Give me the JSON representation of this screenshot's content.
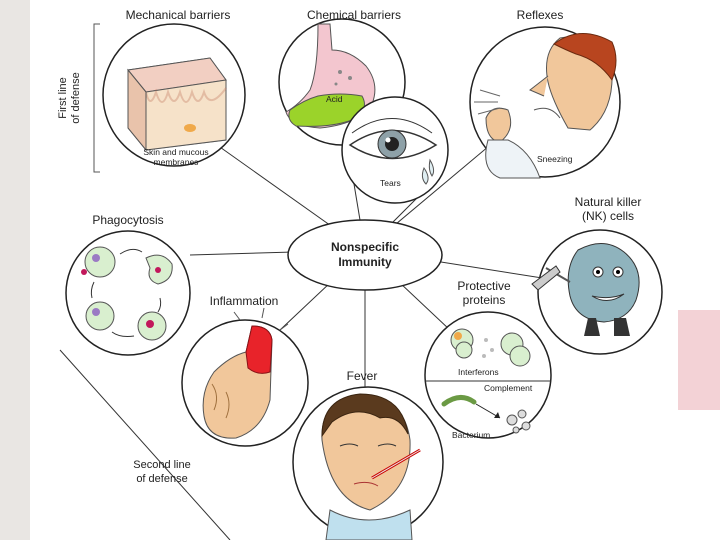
{
  "center": {
    "line1": "Nonspecific",
    "line2": "Immunity"
  },
  "first_line": {
    "line1": "First line",
    "line2": "of defense"
  },
  "second_line": {
    "line1": "Second line",
    "line2": "of defense"
  },
  "nodes": {
    "mechanical": {
      "title": "Mechanical barriers",
      "caption1": "Skin and mucous",
      "caption2": "membranes"
    },
    "chemical": {
      "title": "Chemical barriers",
      "acid": "Acid",
      "tears": "Tears"
    },
    "reflexes": {
      "title": "Reflexes",
      "caption": "Sneezing"
    },
    "nk": {
      "title1": "Natural killer",
      "title2": "(NK) cells"
    },
    "phagocytosis": {
      "title": "Phagocytosis"
    },
    "inflammation": {
      "title": "Inflammation"
    },
    "fever": {
      "title": "Fever"
    },
    "protective": {
      "title1": "Protective",
      "title2": "proteins",
      "interferons": "Interferons",
      "complement": "Complement",
      "bacterium": "Bacterium"
    }
  },
  "colors": {
    "acid_green": "#9bd32a",
    "stomach_pink": "#f3c6cf",
    "cell_green": "#d9efcf",
    "nk_blue": "#8fb3bd",
    "inflamed_red": "#e8232a",
    "skin": "#f1c79b",
    "hair_brown": "#5a3a1e"
  },
  "icons": [
    "skin-block-icon",
    "stomach-icon",
    "eye-icon",
    "sneezing-person-icon",
    "phagocyte-cycle-icon",
    "nk-cell-icon",
    "inflamed-finger-icon",
    "protein-cells-icon",
    "feverish-face-icon"
  ]
}
